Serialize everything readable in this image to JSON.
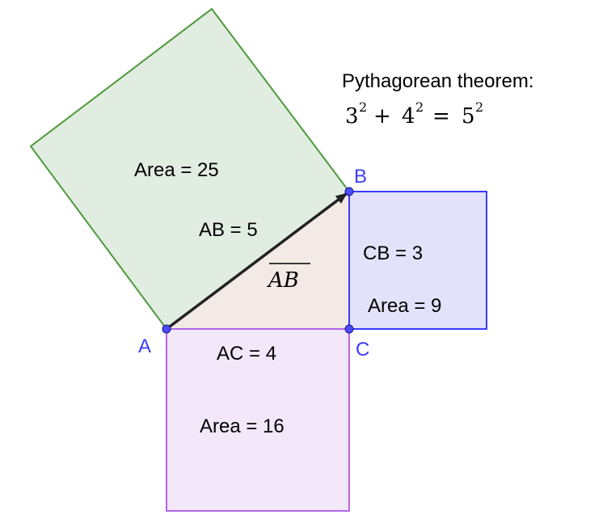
{
  "title": "Pythagorean theorem:",
  "equation": {
    "a": "3",
    "b": "4",
    "c": "5",
    "exp": "2",
    "plus": "+",
    "equals": "="
  },
  "points": {
    "A": "A",
    "B": "B",
    "C": "C"
  },
  "segment_label": "AB",
  "labels": {
    "area_hyp": "Area = 25",
    "ab_len": "AB = 5",
    "cb_len": "CB = 3",
    "area_cb": "Area = 9",
    "ac_len": "AC = 4",
    "area_ac": "Area = 16"
  },
  "colors": {
    "hyp_square_fill": "#e2ede2",
    "hyp_square_stroke": "#4d9a3c",
    "leg_square_cb_fill": "#e2e2fa",
    "leg_square_cb_stroke": "#3b3bff",
    "leg_square_ac_fill": "#f2e8fa",
    "leg_square_ac_stroke": "#b366e6",
    "triangle_fill": "#f3eae6",
    "vector_stroke": "#222222",
    "point_fill": "#4b4bff",
    "point_label": "#3b3bff"
  }
}
